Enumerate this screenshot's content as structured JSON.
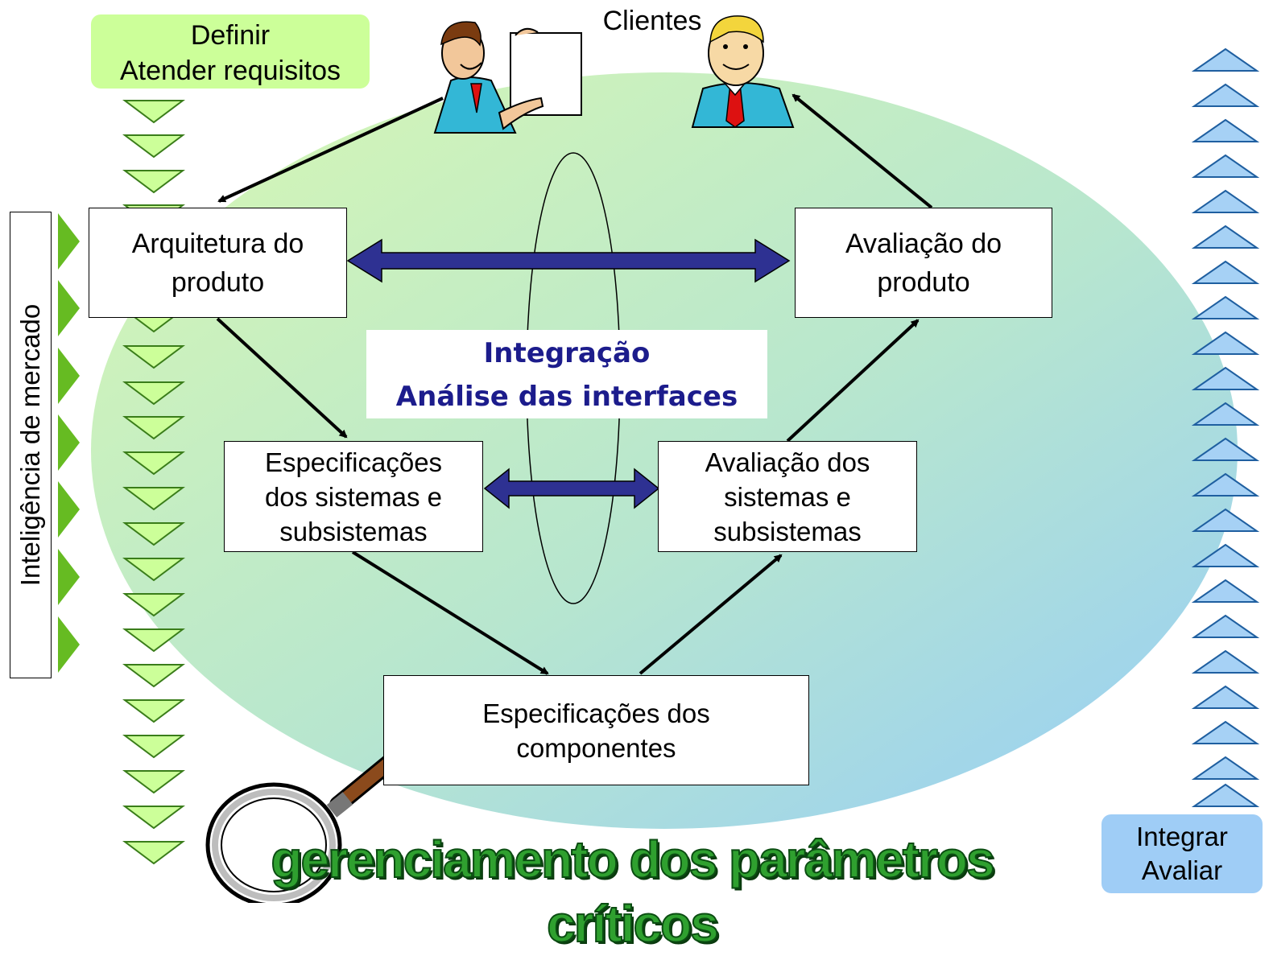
{
  "top_left_badge": {
    "line1": "Definir",
    "line2": "Atender requisitos"
  },
  "clients_label": "Clientes",
  "market_intelligence": "Inteligência de mercado",
  "boxes": {
    "arch": "Arquitetura do\nproduto",
    "prod_eval": "Avaliação do\nproduto",
    "sys_spec": "Especificações\ndos sistemas e\nsubsistemas",
    "sys_eval": "Avaliação  dos\nsistemas e\nsubsistemas",
    "comp_spec": "Especificações dos\ncomponentes"
  },
  "integration": {
    "line1": "Integração",
    "line2": "Análise das interfaces"
  },
  "bottom_title": "gerenciamento dos parâmetros críticos",
  "bottom_right_badge": {
    "line1": "Integrar",
    "line2": "Avaliar"
  },
  "colors": {
    "left_badge": "#ccff99",
    "right_badge": "#9fcdf6",
    "ellipse_top": "#d3f7b4",
    "ellipse_bottom": "#9bd2f5",
    "double_arrow": "#2e3192",
    "integration_text": "#1c1c8c",
    "green_triangle": "#ccff99",
    "blue_triangle": "#a6d1f5",
    "market_arrow": "#66bb22",
    "bottom_title": "#2fa02f"
  },
  "icons": [
    "presenter-person-icon",
    "customer-person-icon",
    "magnifying-glass-icon"
  ]
}
